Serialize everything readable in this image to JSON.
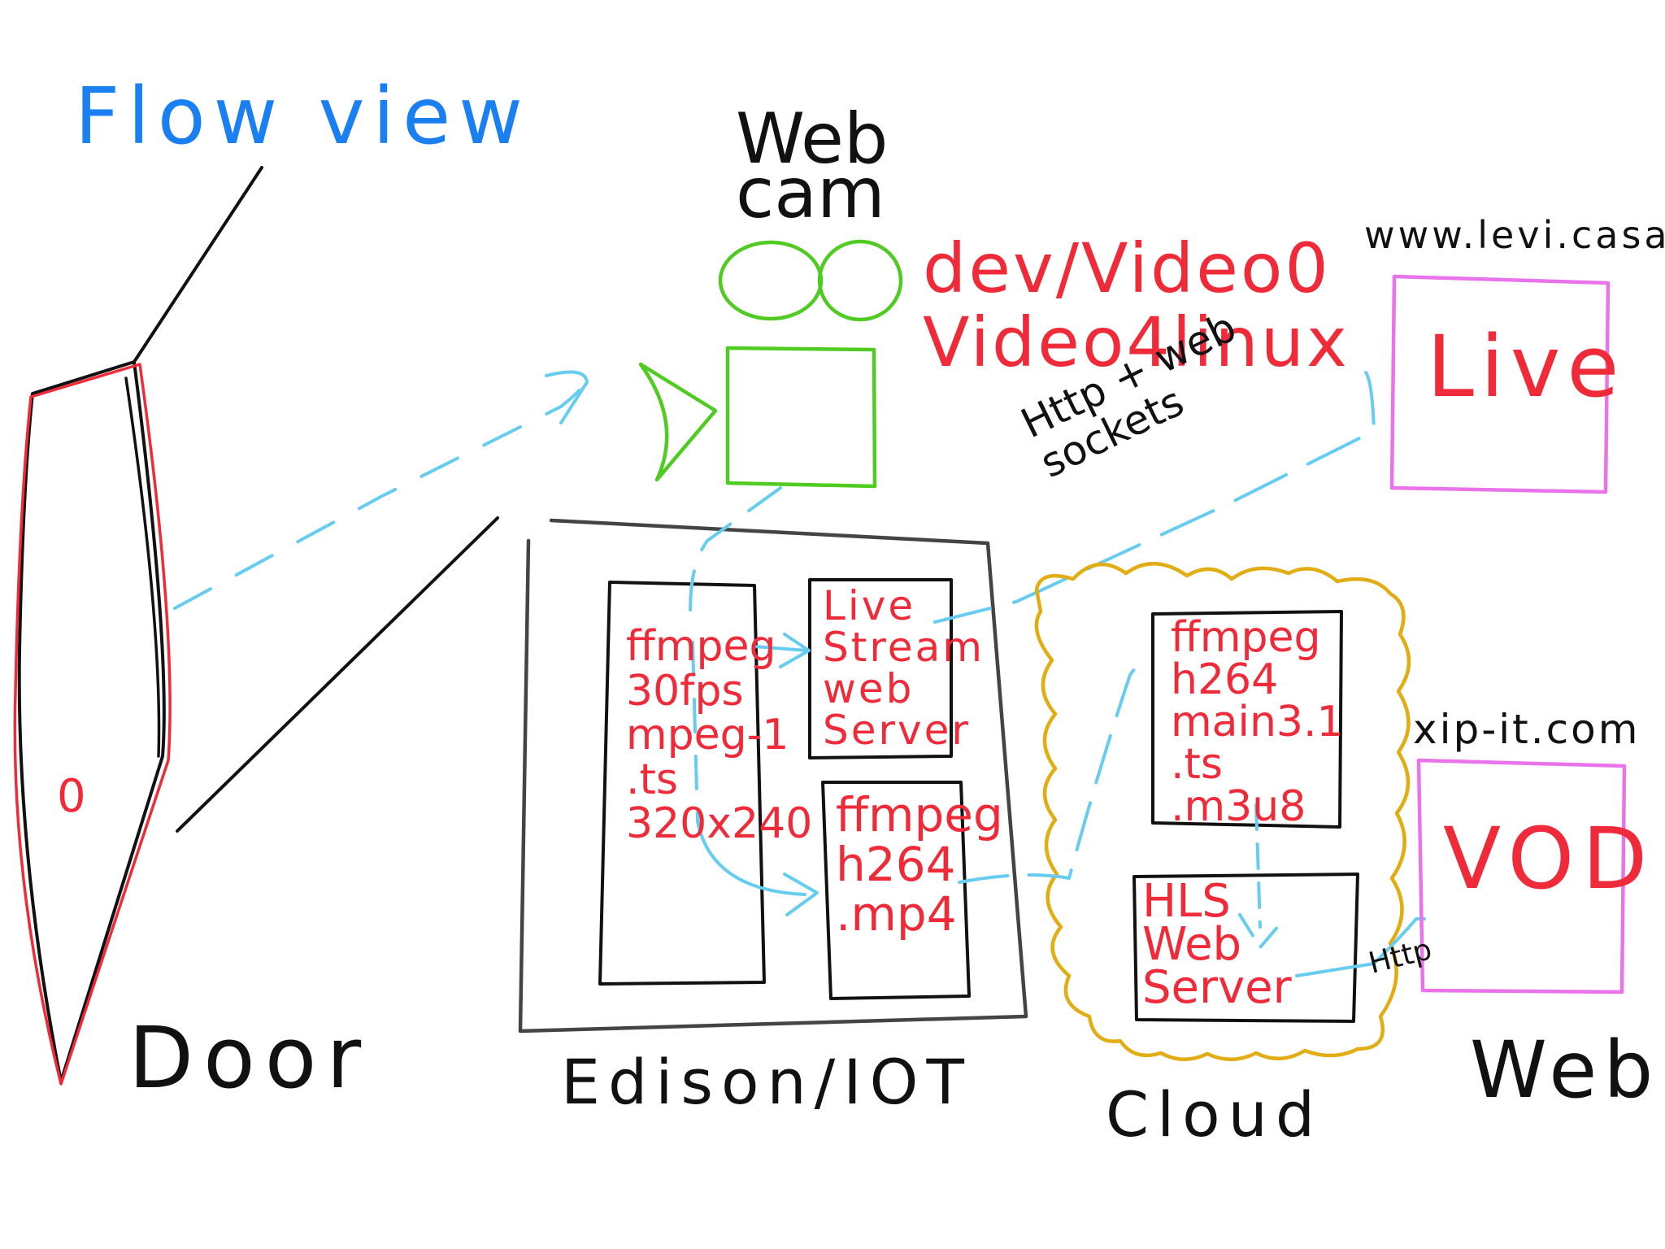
{
  "title": "Flow view",
  "colors": {
    "ink": "#111111",
    "title_blue": "#1a7ff0",
    "marker_red": "#ef2b3a",
    "webcam_green": "#4fcb21",
    "flow_blue": "#66ccf0",
    "cloud_gold": "#e1ad12",
    "web_pink": "#ea73ea",
    "box_gray": "#444444"
  },
  "door": {
    "label": "Door",
    "mark": "0"
  },
  "webcam": {
    "label": "Web\ncam",
    "device": "dev/Video0\nVideo4linux",
    "icon": "video-camera-icon"
  },
  "connection_top": {
    "label": "Http + web\nsockets"
  },
  "edison": {
    "label": "Edison/IOT",
    "encoder": {
      "text": "ffmpeg\n30fps\nmpeg-1\n.ts\n320x240"
    },
    "live_server": {
      "text": "Live\nStream\nweb\nServer"
    },
    "h264_encoder": {
      "text": "ffmpeg\nh264\n.mp4"
    }
  },
  "cloud": {
    "label": "Cloud",
    "transcoder": {
      "text": "ffmpeg\nh264\nmain3.1\n.ts\n.m3u8"
    },
    "hls_server": {
      "text": "HLS\nWeb\nServer"
    },
    "link_label": "Http"
  },
  "web": {
    "label": "Web",
    "live_site": {
      "domain": "www.levi.casa",
      "text": "Live"
    },
    "vod_site": {
      "domain": "xip-it.com",
      "text": "VOD"
    }
  }
}
